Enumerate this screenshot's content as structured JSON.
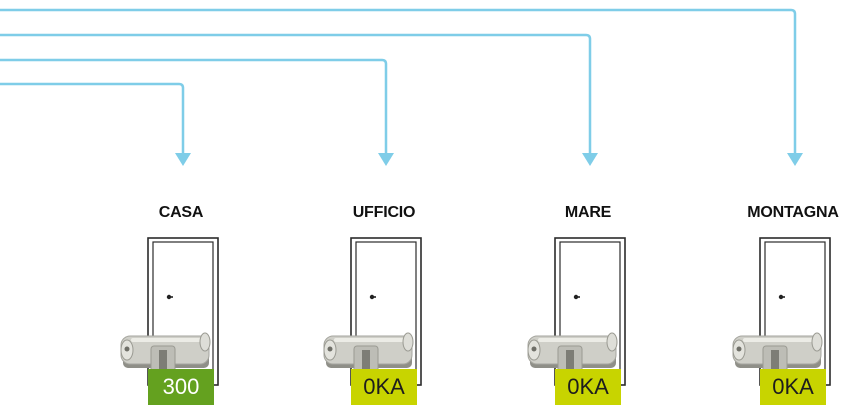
{
  "colors": {
    "connector": "#7fcde8",
    "door_frame": "#2b2b2b",
    "badge_master": "#64a11f",
    "badge_keyed_alike": "#c8d400",
    "cylinder_body": "#cfcfc8",
    "cylinder_shadow": "#8f8f88"
  },
  "locations": [
    {
      "label": "CASA",
      "code": "300",
      "badge": "master"
    },
    {
      "label": "UFFICIO",
      "code": "0KA",
      "badge": "keyed_alike"
    },
    {
      "label": "MARE",
      "code": "0KA",
      "badge": "keyed_alike"
    },
    {
      "label": "MONTAGNA",
      "code": "0KA",
      "badge": "keyed_alike"
    }
  ],
  "icons": {
    "arrow": "arrow-down-icon",
    "door": "door-icon",
    "keyhole": "keyhole-icon",
    "cylinder": "lock-cylinder-icon"
  }
}
